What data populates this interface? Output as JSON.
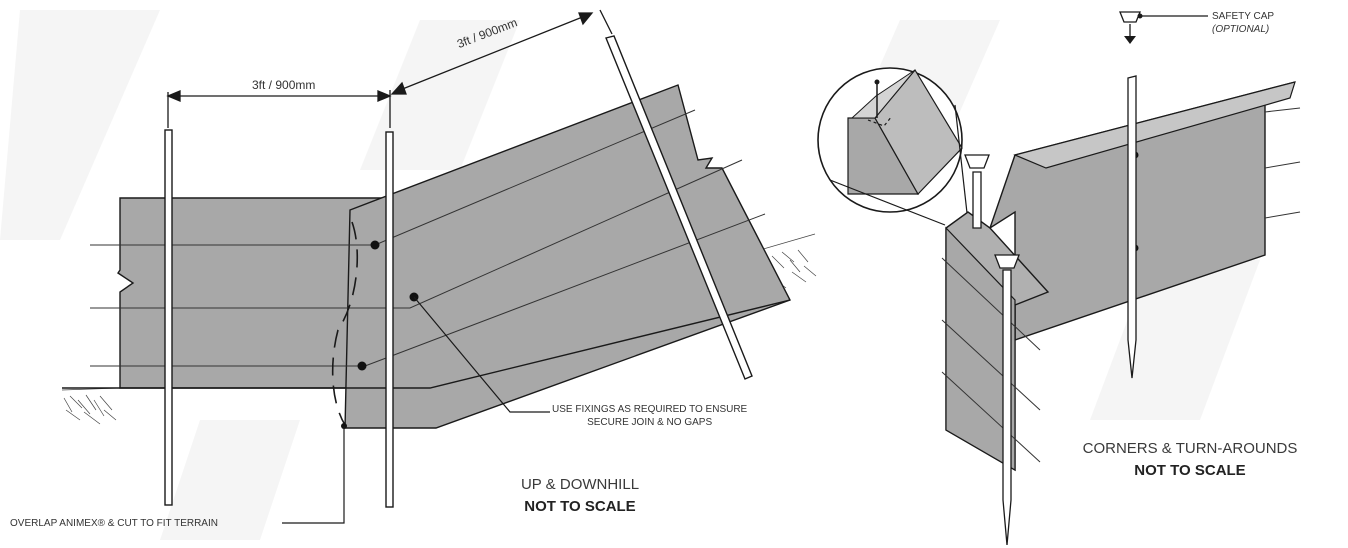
{
  "dimension_left": "3ft / 900mm",
  "dimension_right": "3ft / 900mm",
  "fixings_note": [
    "USE FIXINGS AS REQUIRED TO ENSURE",
    "SECURE JOIN & NO GAPS"
  ],
  "overlap_note": "OVERLAP ANIMEX® & CUT TO FIT TERRAIN",
  "left_caption": {
    "title": "UP & DOWNHILL",
    "subtitle": "NOT TO SCALE"
  },
  "right_caption": {
    "title": "CORNERS & TURN-AROUNDS",
    "subtitle": "NOT TO SCALE"
  },
  "safety_cap": {
    "label": "SAFETY CAP",
    "note": "(OPTIONAL)"
  },
  "colors": {
    "panel": "#a9a9a9",
    "panel_light": "#bdbdbd",
    "line": "#1a1a1a",
    "watermark": "#f2f2f2"
  }
}
